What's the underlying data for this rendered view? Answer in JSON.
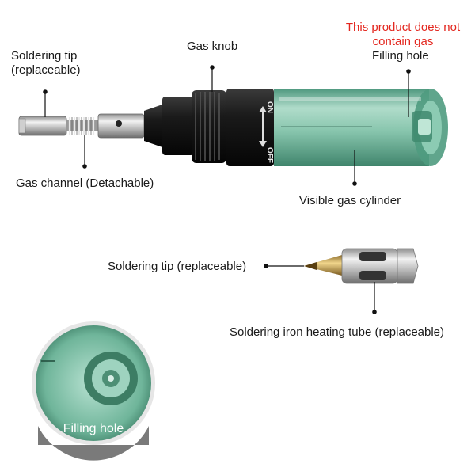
{
  "labels": {
    "soldering_tip_top_line1": "Soldering tip",
    "soldering_tip_top_line2": "(replaceable)",
    "gas_knob": "Gas knob",
    "warning_line1": "This product does not",
    "warning_line2": "contain gas",
    "filling_hole_top": "Filling hole",
    "gas_channel": "Gas channel (Detachable)",
    "visible_gas_cylinder": "Visible gas cylinder",
    "soldering_tip_middle": "Soldering tip (replaceable)",
    "heating_tube": "Soldering iron heating tube (replaceable)",
    "filling_hole_badge": "Filling hole",
    "knob_on": "ON",
    "knob_off": "OFF"
  },
  "colors": {
    "warning": "#e3261e",
    "cylinder": "#5fa88c",
    "badge": "#7a7a7a"
  }
}
